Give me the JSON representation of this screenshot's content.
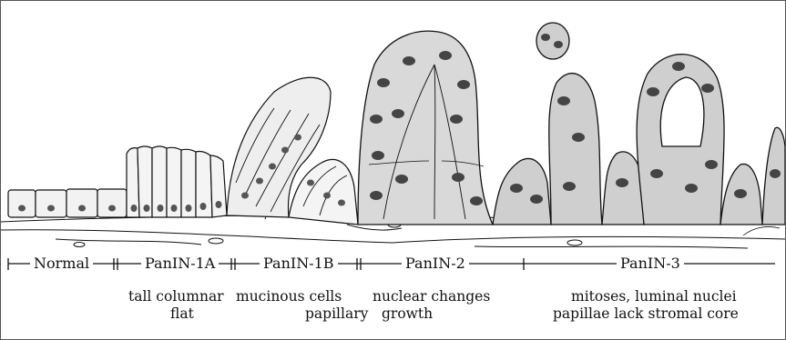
{
  "stages": [
    {
      "id": "normal",
      "label": "Normal"
    },
    {
      "id": "panin1a",
      "label": "PanIN-1A"
    },
    {
      "id": "panin1b",
      "label": "PanIN-1B"
    },
    {
      "id": "panin2",
      "label": "PanIN-2"
    },
    {
      "id": "panin3",
      "label": "PanIN-3"
    }
  ],
  "descriptions": {
    "tall_columnar": "tall columnar",
    "flat": "flat",
    "mucinous_cells": "mucinous cells",
    "papillary": "papillary",
    "nuclear_changes": "nuclear changes",
    "growth": "growth",
    "mitoses": "mitoses, luminal nuclei",
    "papillae": "papillae lack stromal core"
  },
  "colors": {
    "ink": "#111111",
    "background": "#ffffff"
  }
}
